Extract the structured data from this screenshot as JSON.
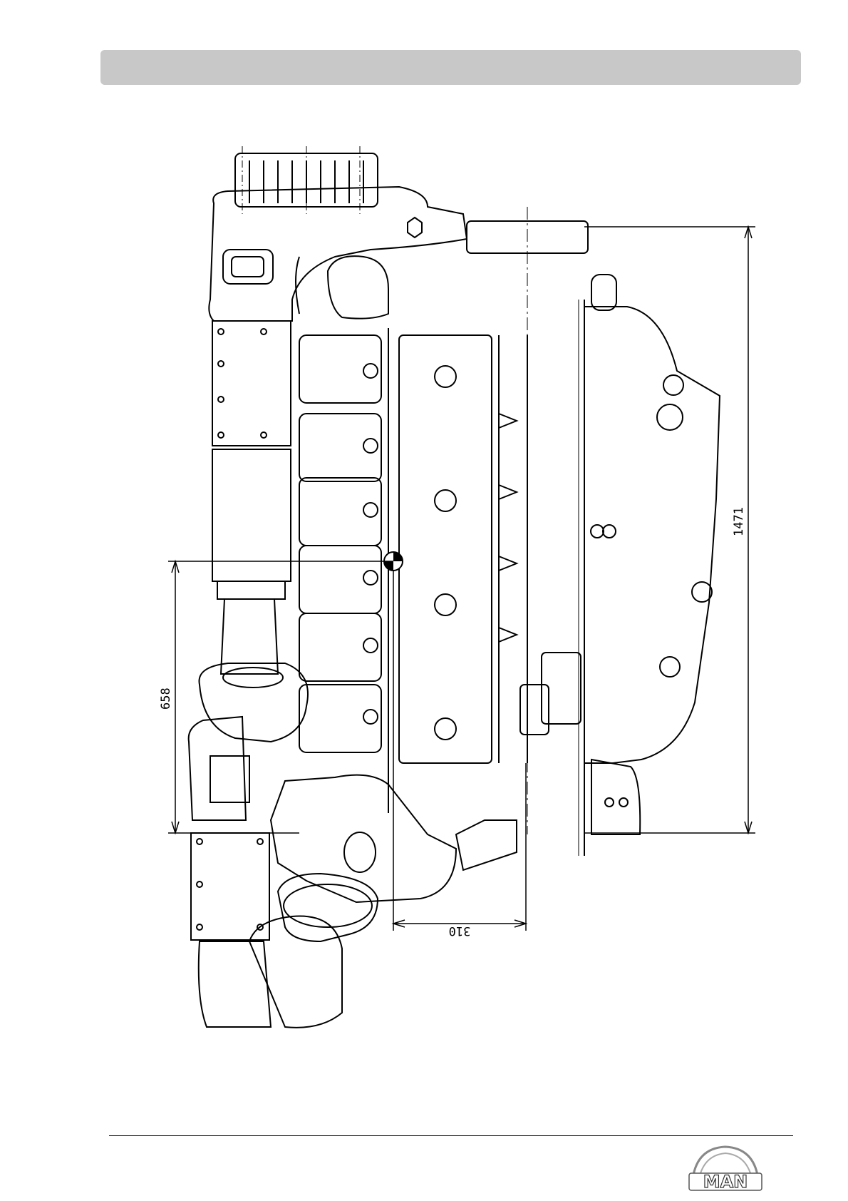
{
  "header": {
    "title": ""
  },
  "drawing": {
    "dimensions": {
      "overall_height": "1471",
      "lower_height": "658",
      "offset_width": "310"
    }
  },
  "footer": {
    "brand": "MAN"
  },
  "colors": {
    "header_bar": "#c8c8c8",
    "line": "#000000"
  }
}
